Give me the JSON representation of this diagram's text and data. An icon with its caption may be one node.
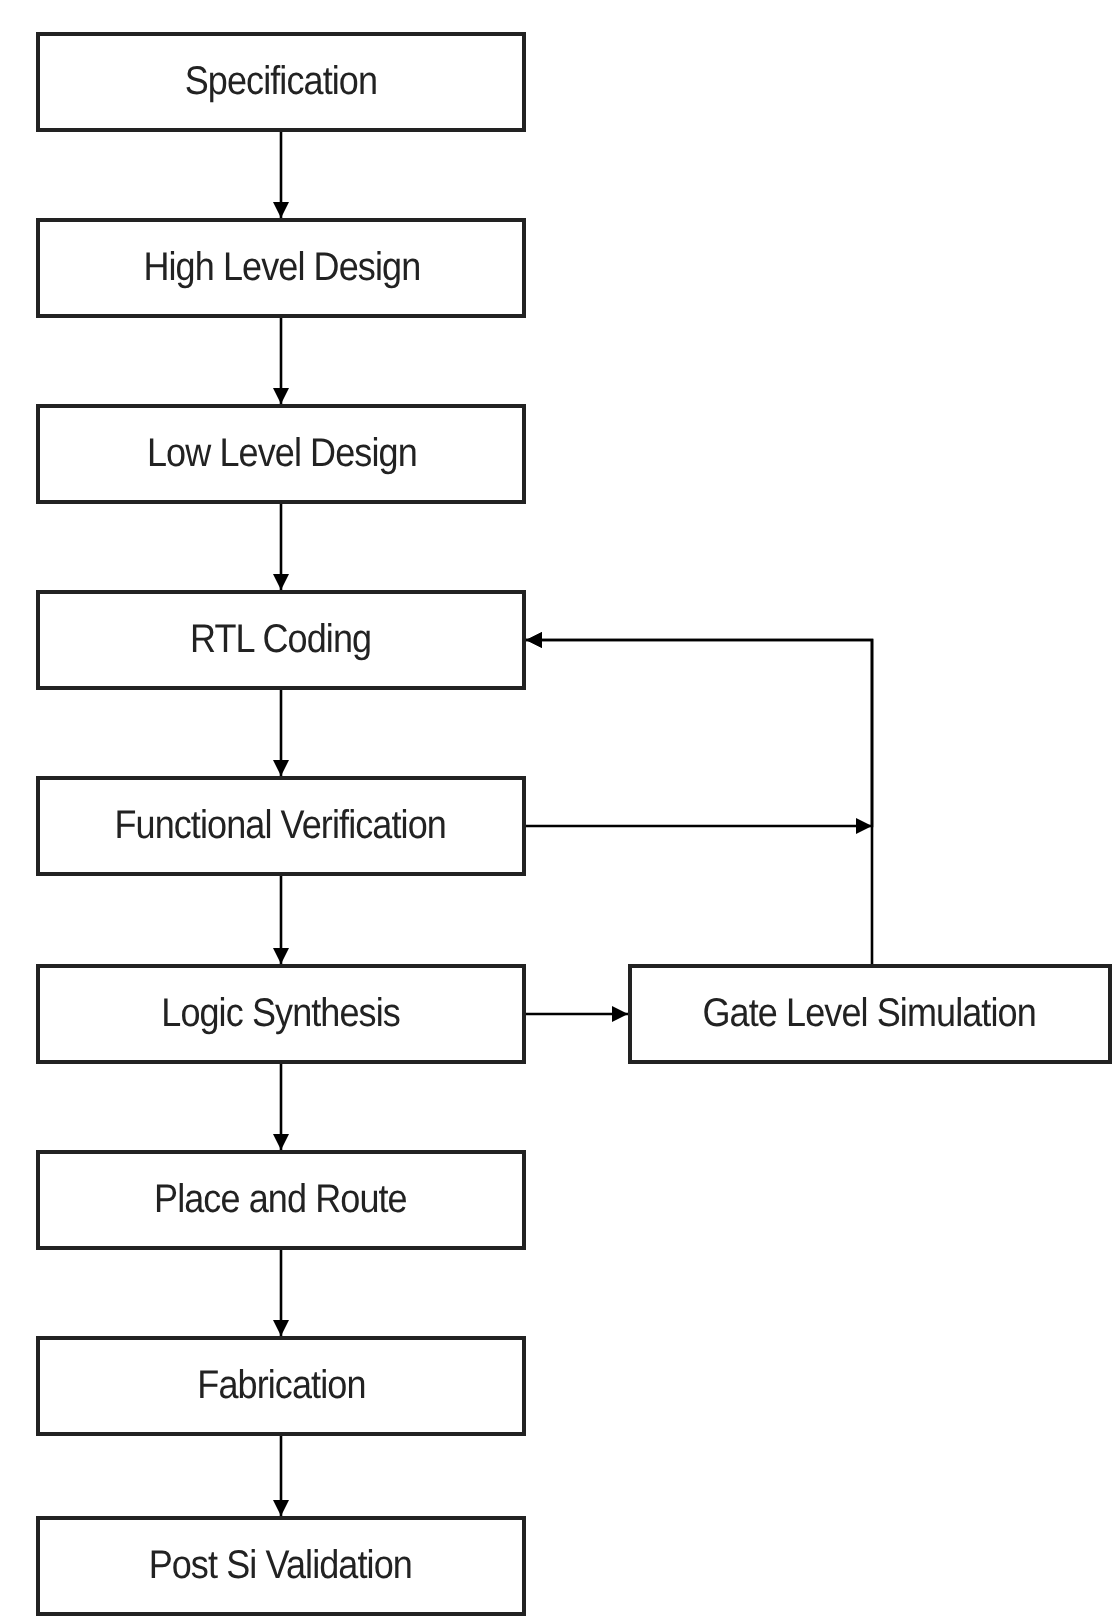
{
  "diagram": {
    "nodes": [
      {
        "text": [
          "Specification"
        ]
      },
      {
        "text": [
          "High Level Design"
        ]
      },
      {
        "text": [
          "Low Level Design"
        ]
      },
      {
        "text": [
          "RTL Coding"
        ]
      },
      {
        "text": [
          "Functional Verification"
        ]
      },
      {
        "text": [
          "Logic Synthesis"
        ]
      },
      {
        "text": [
          "Gate Level Simulation"
        ]
      },
      {
        "text": [
          "Place and Route"
        ]
      },
      {
        "text": [
          "Fabrication"
        ]
      },
      {
        "text": [
          "Post Si Validation"
        ]
      }
    ],
    "edges": [
      {
        "from": 0,
        "to": 1,
        "arrow": "to"
      },
      {
        "from": 1,
        "to": 2,
        "arrow": "to"
      },
      {
        "from": 2,
        "to": 3,
        "arrow": "to"
      },
      {
        "from": 3,
        "to": 4,
        "arrow": "to"
      },
      {
        "from": 4,
        "to": 5,
        "arrow": "to"
      },
      {
        "from": 5,
        "to": 6,
        "arrow": "to"
      },
      {
        "from": 6,
        "to": 3,
        "arrow": "to"
      },
      {
        "from": 4,
        "to": 3,
        "arrow": "to"
      },
      {
        "from": 5,
        "to": 7,
        "arrow": "to"
      },
      {
        "from": 7,
        "to": 8,
        "arrow": "to"
      },
      {
        "from": 8,
        "to": 9,
        "arrow": "to"
      }
    ]
  }
}
